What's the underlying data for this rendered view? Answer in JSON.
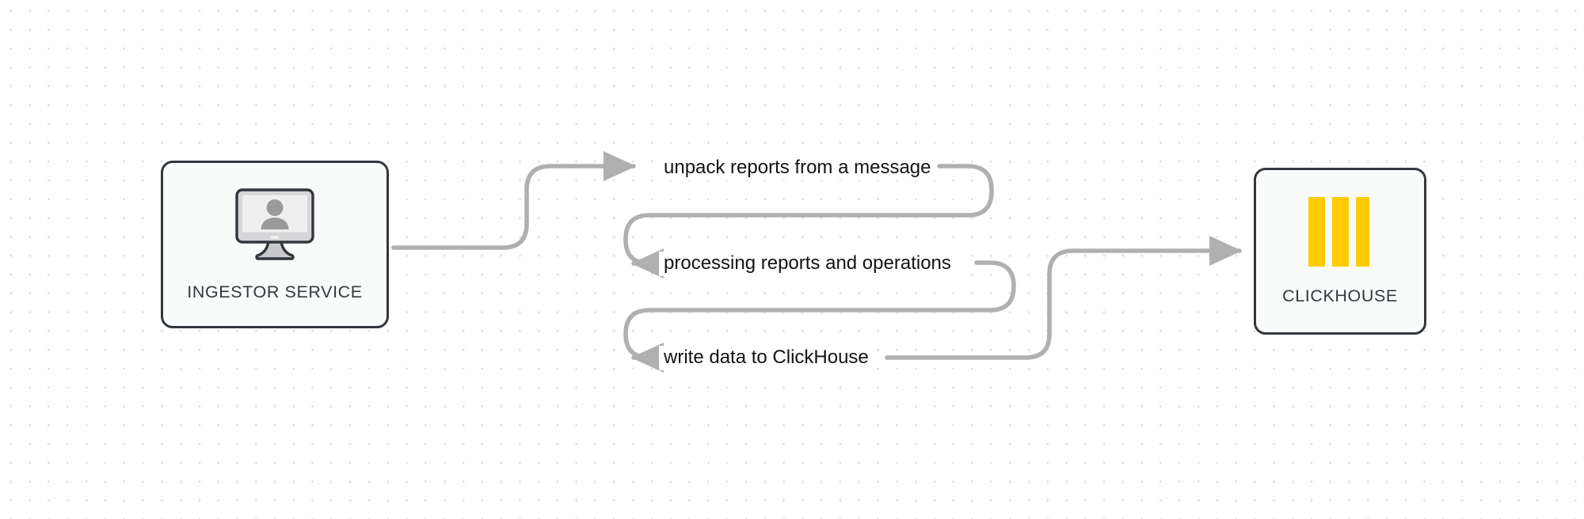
{
  "diagram": {
    "title": "Ingestor service to ClickHouse pipeline",
    "background": {
      "color": "#ffffff",
      "dot_color": "#e3e3e6",
      "pattern": "dot-grid"
    },
    "edge_color": "#b0b0b0",
    "node_border_color": "#33373d",
    "node_fill_color": "#f9fafa",
    "accent_color": "#ffcc00"
  },
  "nodes": [
    {
      "id": "ingestor",
      "label": "INGESTOR SERVICE",
      "icon": "monitor-user-icon"
    },
    {
      "id": "clickhouse",
      "label": "CLICKHOUSE",
      "icon": "clickhouse-bars-icon"
    }
  ],
  "edge_labels": [
    {
      "id": "unpack",
      "text": "unpack reports from a message"
    },
    {
      "id": "process",
      "text": "processing reports and operations"
    },
    {
      "id": "write",
      "text": "write data to ClickHouse"
    }
  ]
}
